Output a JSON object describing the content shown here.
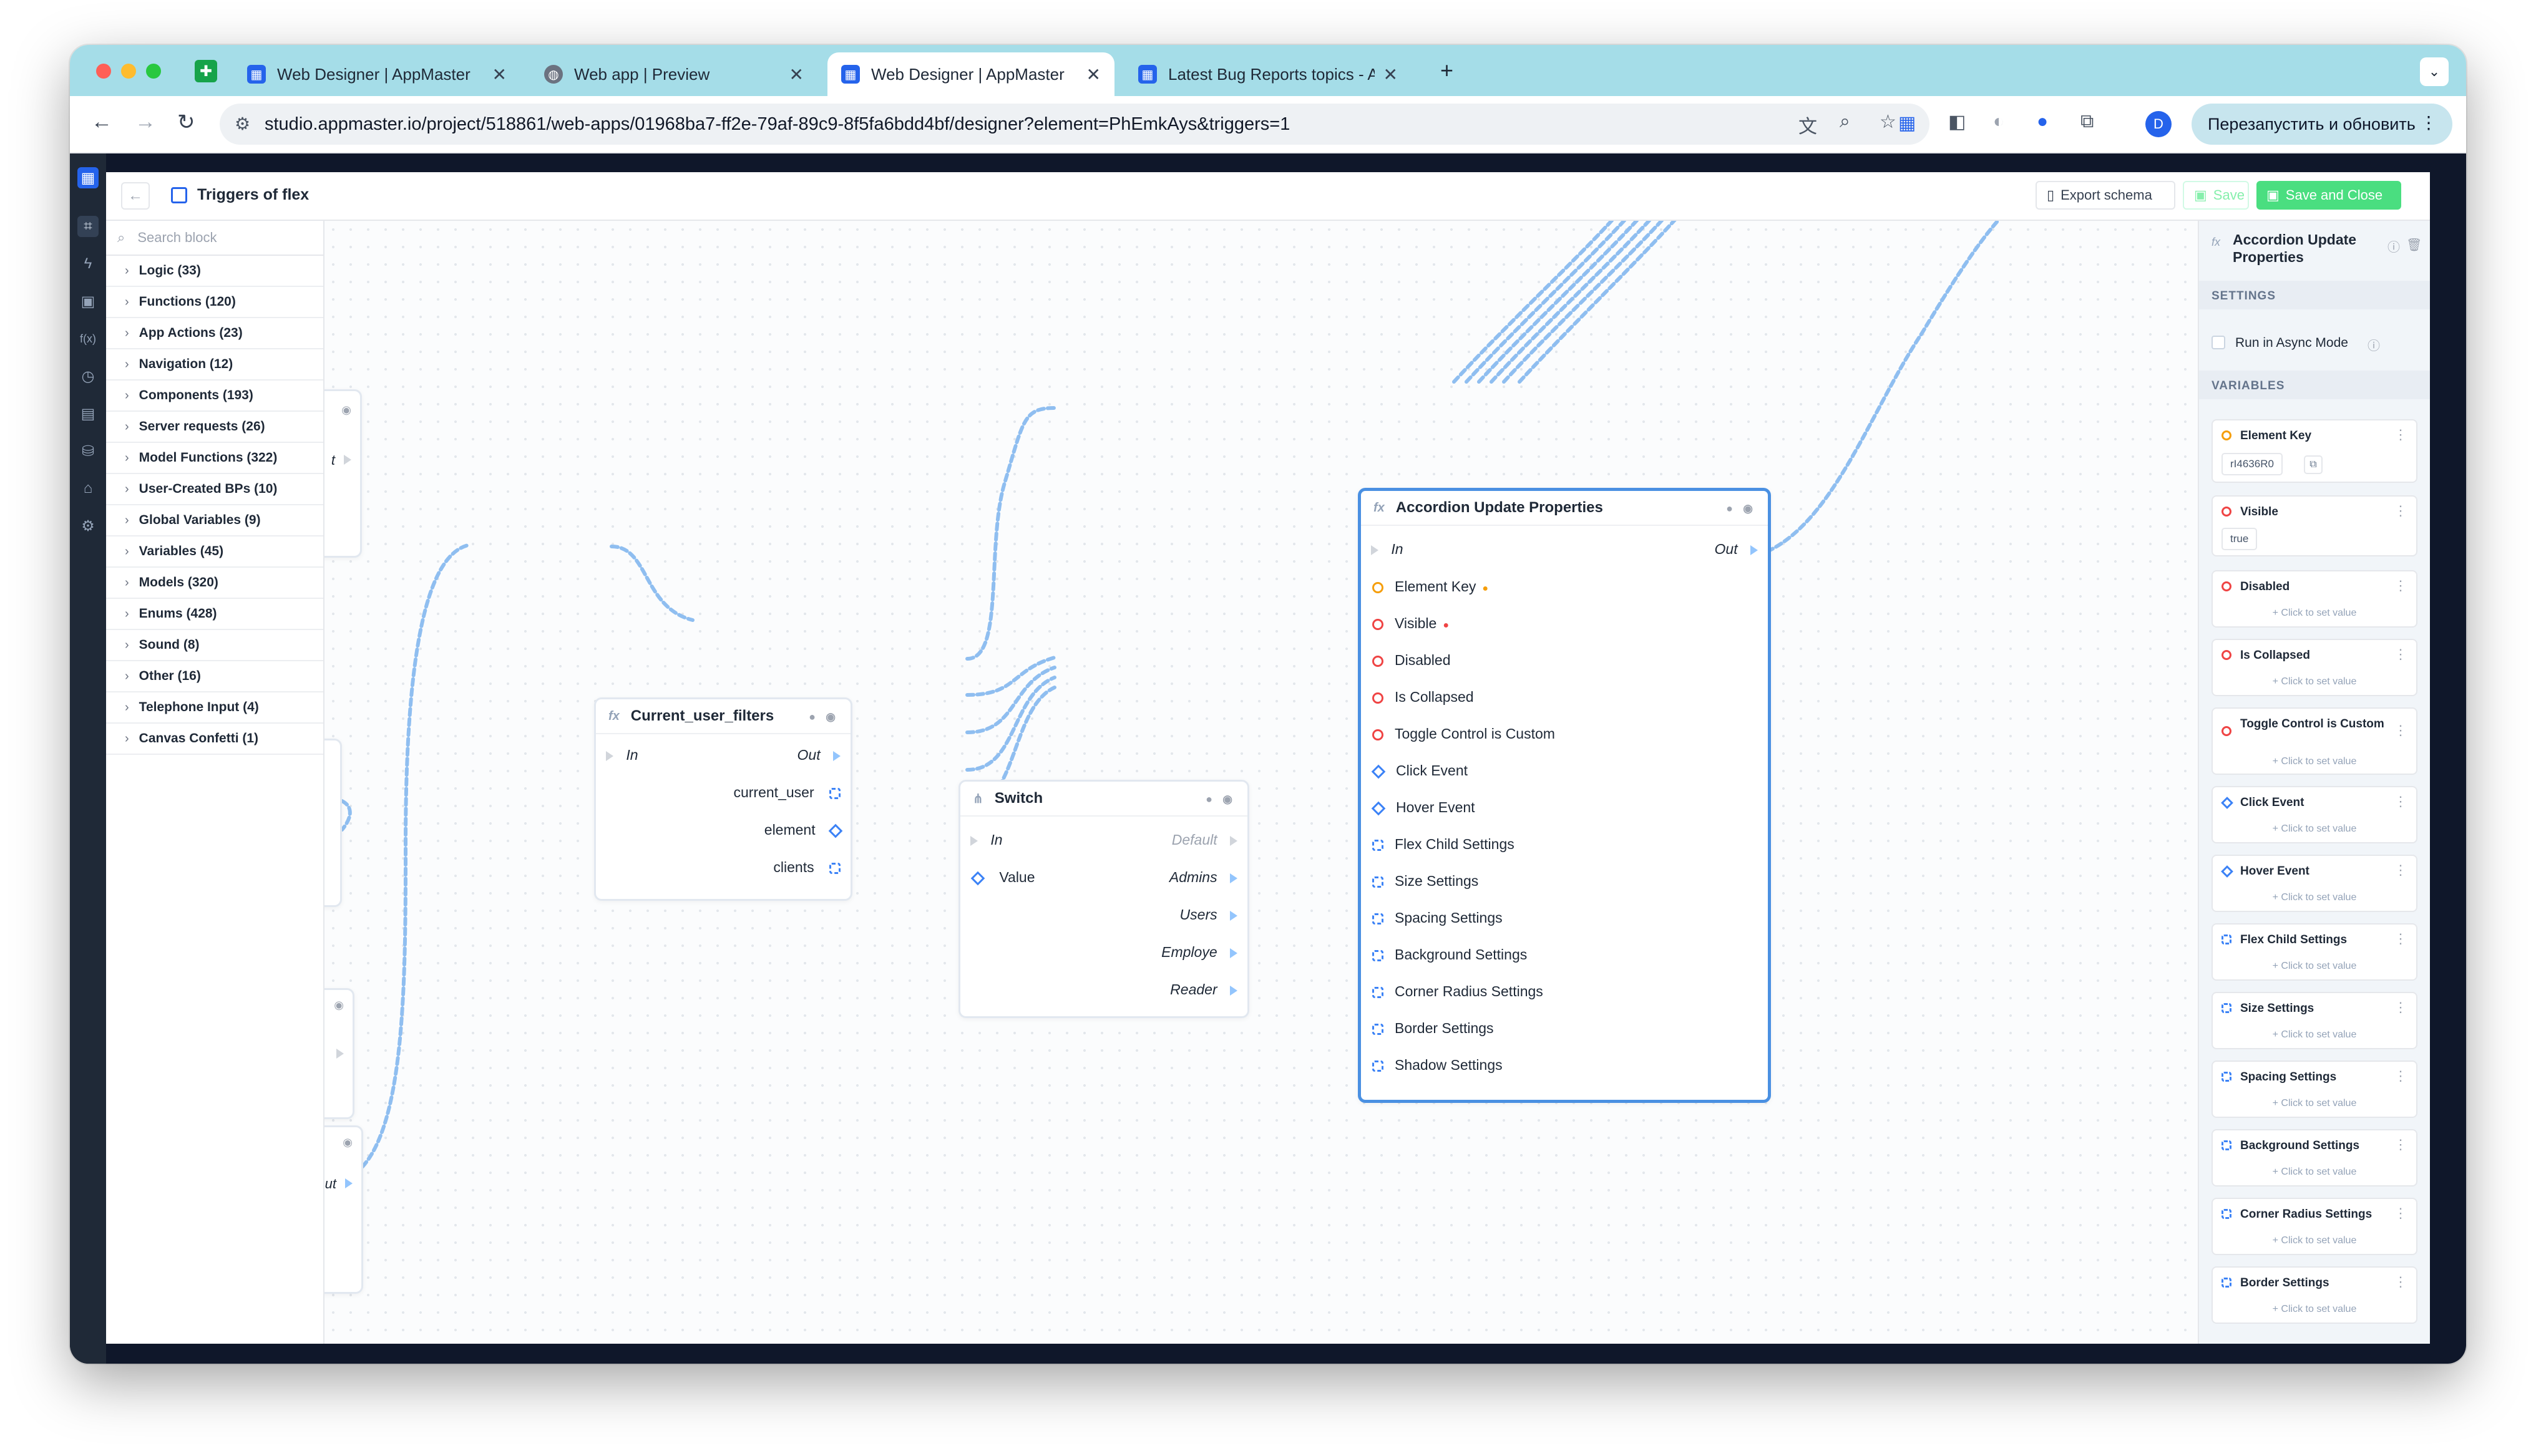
{
  "browser": {
    "tabs": [
      {
        "label": "Web Designer | AppMaster",
        "icon": "appmaster-icon",
        "color": "#2563eb"
      },
      {
        "label": "Web app | Preview",
        "icon": "globe-icon",
        "color": "#6b7280"
      },
      {
        "label": "Web Designer | AppMaster",
        "icon": "appmaster-icon",
        "color": "#2563eb"
      },
      {
        "label": "Latest Bug Reports topics - A",
        "icon": "appmaster-icon",
        "color": "#2563eb"
      }
    ],
    "new_tab": "+",
    "url": "studio.appmaster.io/project/518861/web-apps/01968ba7-ff2e-79af-89c9-8f5fa6bdd4bf/designer?element=PhEmkAys&triggers=1",
    "relaunch_label": "Перезапустить и обновить",
    "profile_initial": "D",
    "colors": {
      "tabbar": "#a5dde8",
      "accent": "#2563eb"
    }
  },
  "editor": {
    "title": "Triggers of flex",
    "export_label": "Export schema",
    "save_label": "Save",
    "save_close_label": "Save and Close",
    "search_placeholder": "Search block",
    "categories": [
      "Logic (33)",
      "Functions (120)",
      "App Actions (23)",
      "Navigation (12)",
      "Components (193)",
      "Server requests (26)",
      "Model Functions (322)",
      "User-Created BPs (10)",
      "Global Variables (9)",
      "Variables (45)",
      "Models (320)",
      "Enums (428)",
      "Sound (8)",
      "Other (16)",
      "Telephone Input (4)",
      "Canvas Confetti (1)"
    ]
  },
  "nodes": {
    "filters": {
      "title": "Current_user_filters",
      "in": "In",
      "out": "Out",
      "outputs": [
        "current_user",
        "element",
        "clients"
      ]
    },
    "switch": {
      "title": "Switch",
      "in": "In",
      "value": "Value",
      "outputs": [
        "Default",
        "Admins",
        "Users",
        "Employe",
        "Reader"
      ]
    },
    "accordion": {
      "title": "Accordion Update Properties",
      "in": "In",
      "out": "Out",
      "inputs": [
        "Element Key",
        "Visible",
        "Disabled",
        "Is Collapsed",
        "Toggle Control is Custom",
        "Click Event",
        "Hover Event",
        "Flex Child Settings",
        "Size Settings",
        "Spacing Settings",
        "Background Settings",
        "Corner Radius Settings",
        "Border Settings",
        "Shadow Settings"
      ]
    },
    "partial": {
      "out_fragment_1": "t",
      "out_fragment_2": "ut"
    }
  },
  "properties": {
    "title": "Accordion Update Properties",
    "settings_heading": "SETTINGS",
    "async_label": "Run in Async Mode",
    "variables_heading": "VARIABLES",
    "click_to_set": "+ Click to set value",
    "cards": [
      {
        "label": "Element Key",
        "value": "rI4636R0"
      },
      {
        "label": "Visible",
        "value": "true"
      },
      {
        "label": "Disabled"
      },
      {
        "label": "Is Collapsed"
      },
      {
        "label": "Toggle Control is Custom"
      },
      {
        "label": "Click Event"
      },
      {
        "label": "Hover Event"
      },
      {
        "label": "Flex Child Settings"
      },
      {
        "label": "Size Settings"
      },
      {
        "label": "Spacing Settings"
      },
      {
        "label": "Background Settings"
      },
      {
        "label": "Corner Radius Settings"
      },
      {
        "label": "Border Settings"
      }
    ]
  }
}
